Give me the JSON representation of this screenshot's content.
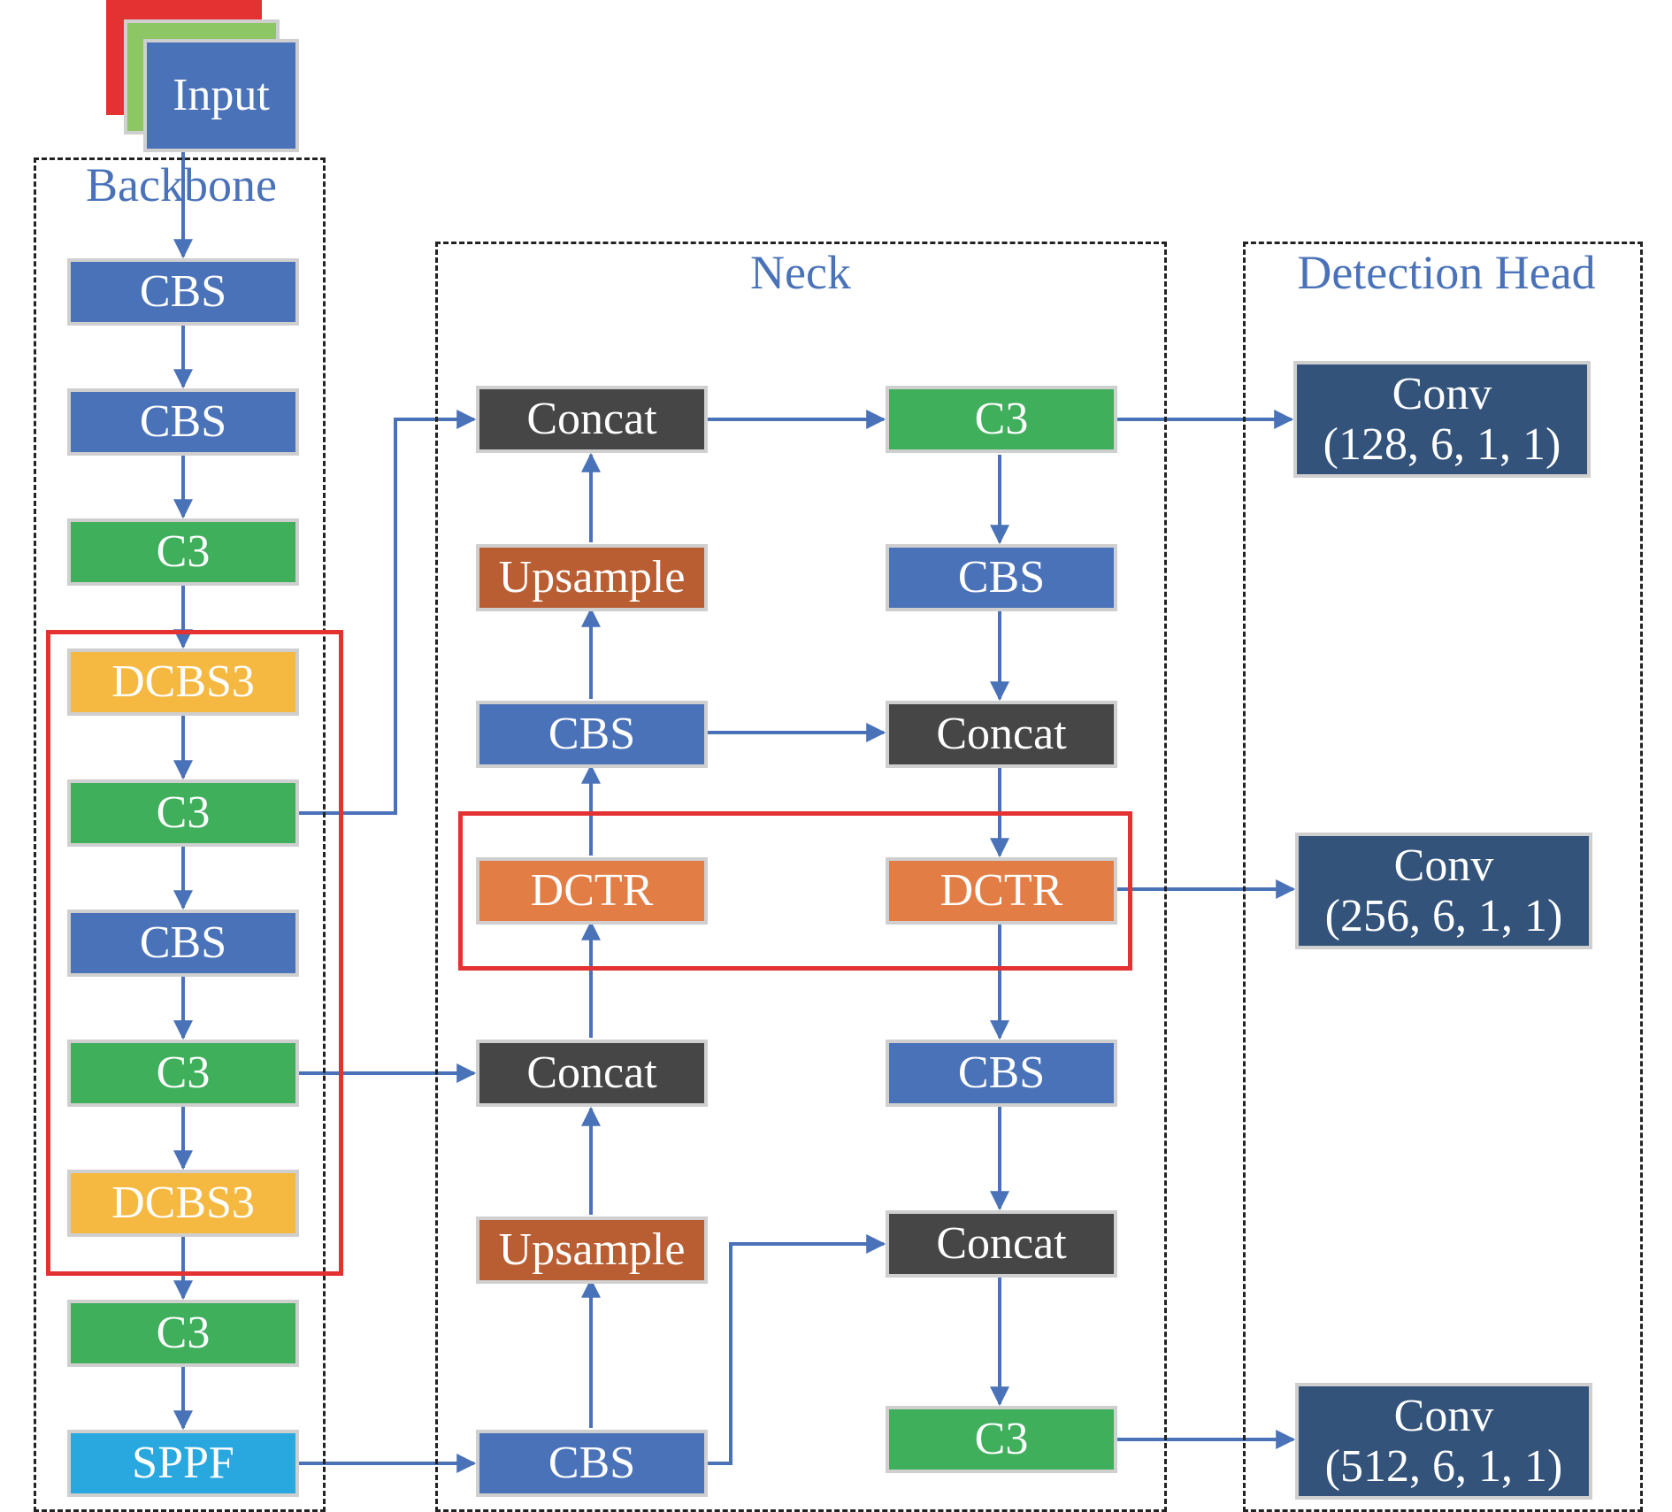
{
  "colors": {
    "cbs": "#4a72b8",
    "c3": "#3faf5c",
    "dcbs3": "#f5b841",
    "sppf": "#29a8df",
    "concat": "#464646",
    "upsample": "#b95e32",
    "dctr": "#e27d45",
    "conv": "#33537b",
    "edge": "#4a72b8",
    "highlight": "#e43232",
    "title": "#4a72b8"
  },
  "input": {
    "label": "Input"
  },
  "regions": {
    "backbone": "Backbone",
    "neck": "Neck",
    "head": "Detection Head"
  },
  "backbone": {
    "cbs1": "CBS",
    "cbs2": "CBS",
    "c3_1": "C3",
    "dcbs3_1": "DCBS3",
    "c3_2": "C3",
    "cbs3": "CBS",
    "c3_3": "C3",
    "dcbs3_2": "DCBS3",
    "c3_4": "C3",
    "sppf": "SPPF"
  },
  "neck": {
    "concat1": "Concat",
    "upsample1": "Upsample",
    "cbs1": "CBS",
    "dctr1": "DCTR",
    "concat2": "Concat",
    "upsample2": "Upsample",
    "cbs2": "CBS",
    "c3_1": "C3",
    "cbs3": "CBS",
    "concat3": "Concat",
    "dctr2": "DCTR",
    "cbs4": "CBS",
    "concat4": "Concat",
    "c3_2": "C3"
  },
  "head": {
    "conv1": {
      "title": "Conv",
      "params": "(128, 6, 1, 1)"
    },
    "conv2": {
      "title": "Conv",
      "params": "(256, 6, 1, 1)"
    },
    "conv3": {
      "title": "Conv",
      "params": "(512, 6, 1, 1)"
    }
  }
}
